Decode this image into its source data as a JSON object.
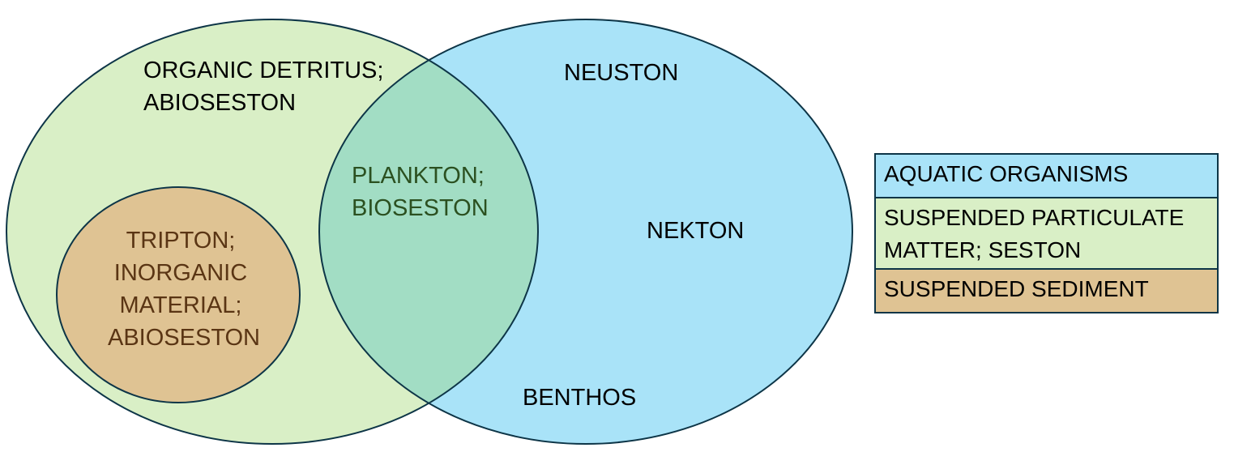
{
  "colors": {
    "organisms_fill": "#a9e3f8",
    "seston_fill": "#d9efc6",
    "sediment_fill": "#dfc393",
    "overlap_fill": "#a2ddc4",
    "outline": "#0d3547",
    "plankton_text": "#2b5020",
    "tripton_text": "#5a3514",
    "label_text": "#000000"
  },
  "venn": {
    "seston_label": [
      "ORGANIC DETRITUS;",
      "ABIOSESTON"
    ],
    "tripton_label": [
      "TRIPTON;",
      "INORGANIC",
      "MATERIAL;",
      "ABIOSESTON"
    ],
    "plankton_label": [
      "PLANKTON;",
      "BIOSESTON"
    ],
    "neuston_label": "NEUSTON",
    "nekton_label": "NEKTON",
    "benthos_label": "BENTHOS"
  },
  "legend": {
    "items": [
      {
        "lines": [
          "AQUATIC ORGANISMS"
        ],
        "color": "#a9e3f8"
      },
      {
        "lines": [
          "SUSPENDED PARTICULATE",
          "MATTER; SESTON"
        ],
        "color": "#d9efc6"
      },
      {
        "lines": [
          "SUSPENDED SEDIMENT"
        ],
        "color": "#dfc393"
      }
    ]
  }
}
